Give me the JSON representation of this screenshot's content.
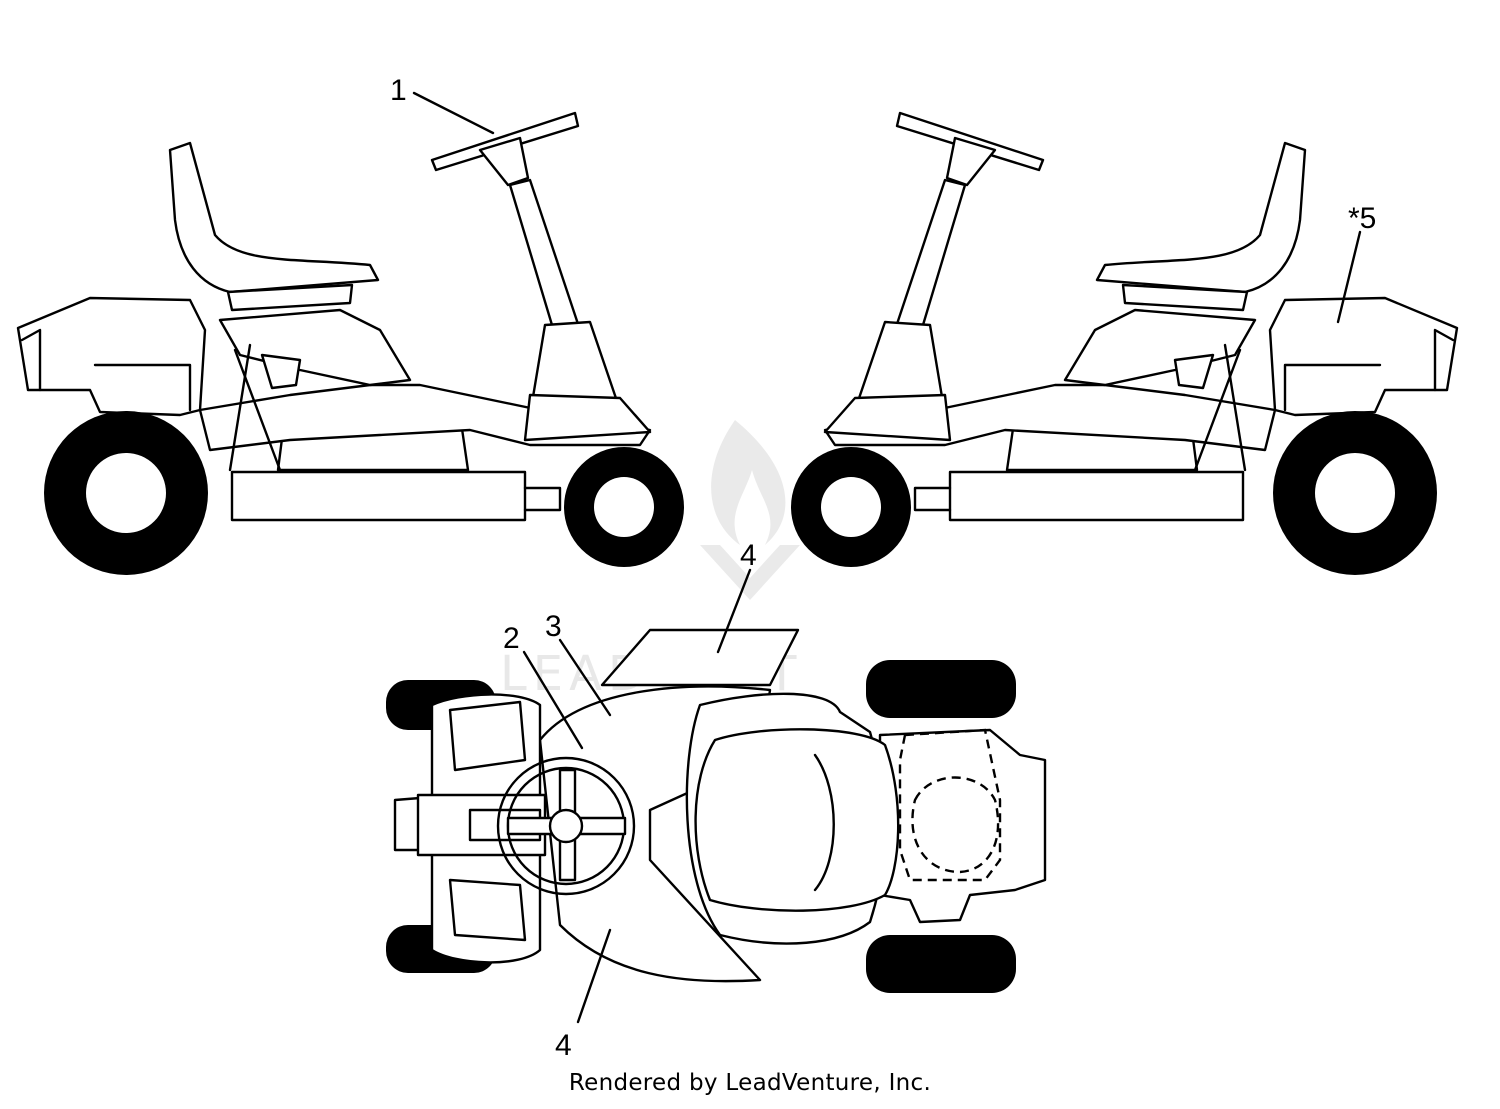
{
  "diagram": {
    "callouts": {
      "c1": "1",
      "c2": "2",
      "c3": "3",
      "c4_top": "4",
      "c4_bottom": "4",
      "c5": "*5"
    },
    "watermark_text": "LEADVENT",
    "footer": "Rendered by LeadVenture, Inc."
  }
}
